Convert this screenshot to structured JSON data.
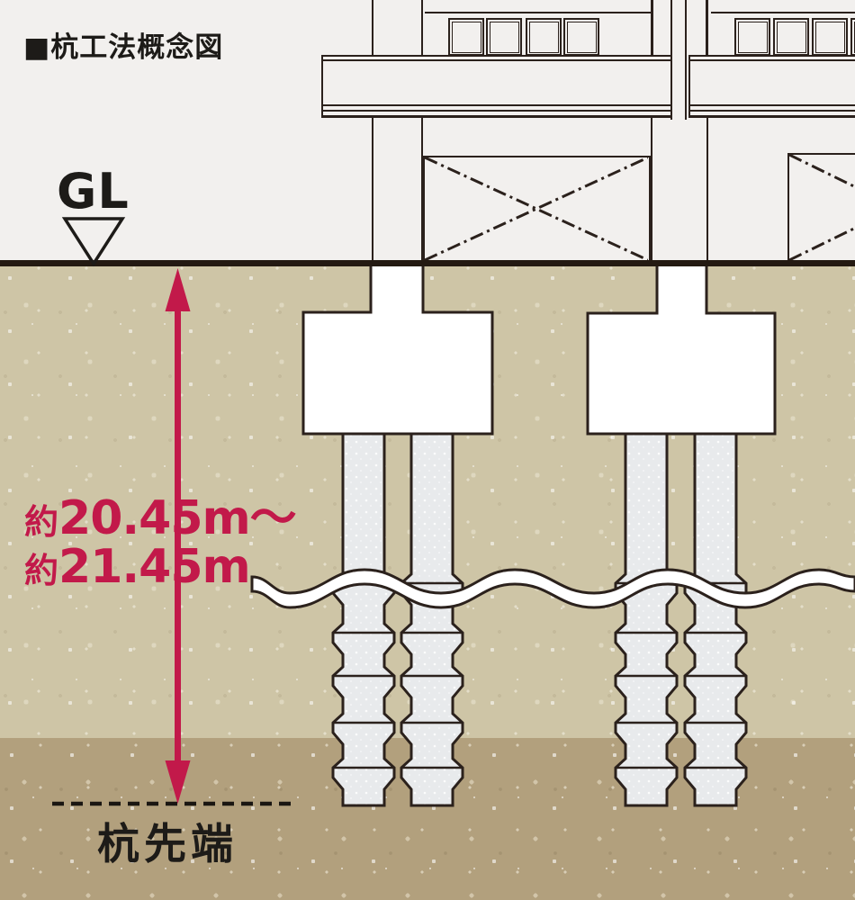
{
  "page": {
    "title": "■杭工法概念図",
    "ground": {
      "label": "GL",
      "marker_icon": "inverted-triangle"
    },
    "depth": {
      "prefix1": "約",
      "value1": "20.45m〜",
      "prefix2": "約",
      "value2": "21.45m"
    },
    "pile_tip": {
      "label": "杭先端"
    },
    "legend": {
      "wave_meaning": "break-line",
      "arrow_meaning": "depth-from-GL-to-pile-tip"
    },
    "colors": {
      "accent_red": "#c2194a",
      "soil_upper": "#cec5a6",
      "soil_lower": "#b2a07d",
      "outline": "#2b211c",
      "pile_fill": "#e8eaec",
      "ground_line": "#241a12",
      "background": "#f2f0ee",
      "footing_fill": "#ffffff"
    }
  }
}
